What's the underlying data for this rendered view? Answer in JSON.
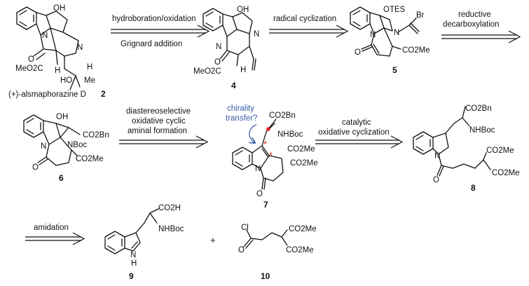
{
  "compounds": {
    "c2": {
      "name": "(+)-alsmaphorazine D",
      "number": "2",
      "atoms": {
        "oh": "OH",
        "n1": "N",
        "n2": "N",
        "o": "O",
        "meo2c": "MeO2C",
        "h1": "H",
        "h2": "H",
        "ho": "HO",
        "me": "Me"
      }
    },
    "c4": {
      "number": "4",
      "atoms": {
        "oh": "OH",
        "n1": "N",
        "n2": "N",
        "o": "O",
        "meo2c": "MeO2C",
        "h": "H"
      }
    },
    "c5": {
      "number": "5",
      "atoms": {
        "otes": "OTES",
        "br": "Br",
        "n1": "N",
        "n2": "N",
        "o": "O",
        "co2me": "CO2Me"
      }
    },
    "c6": {
      "number": "6",
      "atoms": {
        "oh": "OH",
        "co2bn": "CO2Bn",
        "n": "N",
        "nboc": "NBoc",
        "co2me": "CO2Me",
        "o": "O"
      }
    },
    "c7": {
      "number": "7",
      "atoms": {
        "co2bn": "CO2Bn",
        "nhboc": "NHBoc",
        "co2me1": "CO2Me",
        "co2me2": "CO2Me",
        "n": "N",
        "o": "O",
        "star1": "*",
        "star2": "*"
      }
    },
    "c8": {
      "number": "8",
      "atoms": {
        "co2bn": "CO2Bn",
        "nhboc": "NHBoc",
        "n": "N",
        "o": "O",
        "co2me1": "CO2Me",
        "co2me2": "CO2Me"
      }
    },
    "c9": {
      "number": "9",
      "atoms": {
        "co2h": "CO2H",
        "nhboc": "NHBoc",
        "n": "N",
        "h": "H"
      }
    },
    "c10": {
      "number": "10",
      "atoms": {
        "cl": "Cl",
        "o": "O",
        "co2me1": "CO2Me",
        "co2me2": "CO2Me"
      }
    }
  },
  "arrows": {
    "a1": {
      "above": "hydroboration/oxidation",
      "below": "Grignard addition"
    },
    "a2": {
      "above": "radical cyclization"
    },
    "a3": {
      "above_line1": "reductive",
      "above_line2": "decarboxylation"
    },
    "a4": {
      "above_line1": "diastereoselective",
      "above_line2": "oxidative cyclic",
      "above_line3": "aminal formation"
    },
    "a5": {
      "above_line1": "catalytic",
      "above_line2": "oxidative cyclization"
    },
    "a6": {
      "above": "amidation"
    }
  },
  "annotation": {
    "line1": "chirality",
    "line2": "transfer?"
  },
  "plus_sign": "+",
  "colors": {
    "annotation_blue": "#3a5ea8",
    "star_red": "#e02020",
    "dot_red": "#e02020",
    "ink": "#111111"
  }
}
